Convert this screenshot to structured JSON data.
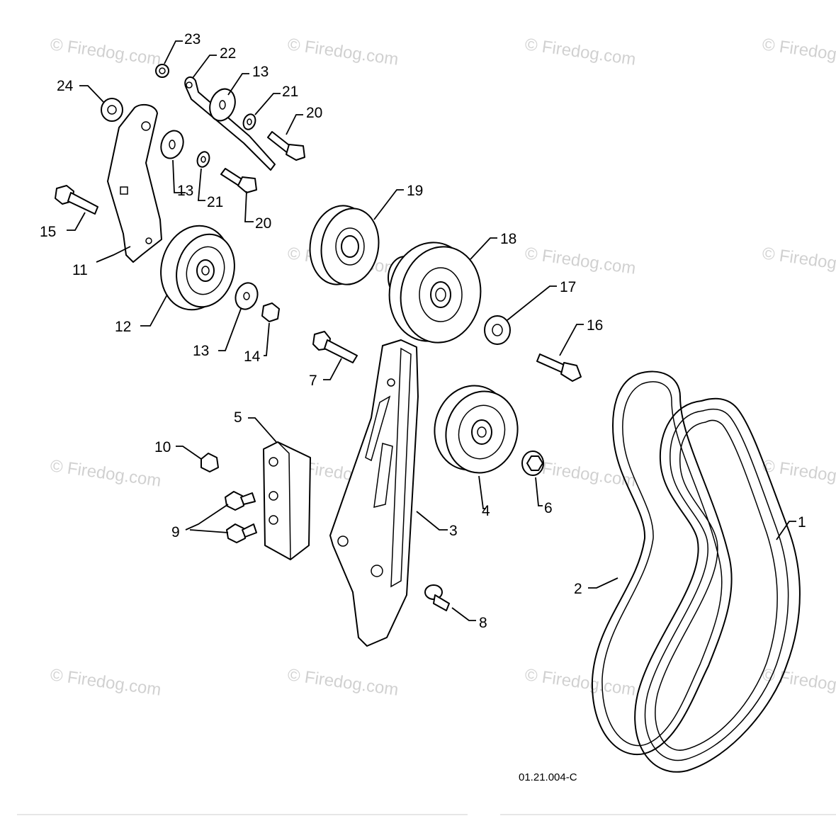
{
  "watermark_text": "© Firedog.com",
  "drawing_code": "01.21.004-C",
  "callouts": [
    "23",
    "22",
    "13",
    "21",
    "20",
    "24",
    "13",
    "21",
    "20",
    "15",
    "11",
    "12",
    "13",
    "14",
    "19",
    "18",
    "17",
    "16",
    "7",
    "5",
    "10",
    "9",
    "4",
    "6",
    "3",
    "8",
    "2",
    "1"
  ]
}
